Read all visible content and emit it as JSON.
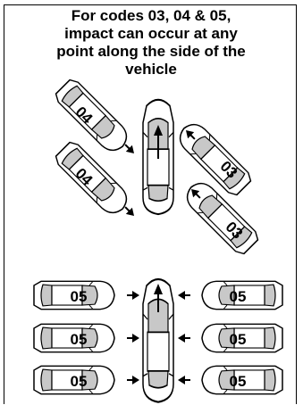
{
  "caption": {
    "lines": [
      "For codes 03, 04 & 05,",
      "impact can occur at any",
      "point along the side of the",
      "vehicle"
    ]
  },
  "codes": {
    "upper_left": "04",
    "lower_left": "04",
    "upper_right": "03",
    "lower_right": "03",
    "side": "05"
  },
  "icons": {
    "arrow": "arrow-icon",
    "vehicle": "car-top-view"
  }
}
